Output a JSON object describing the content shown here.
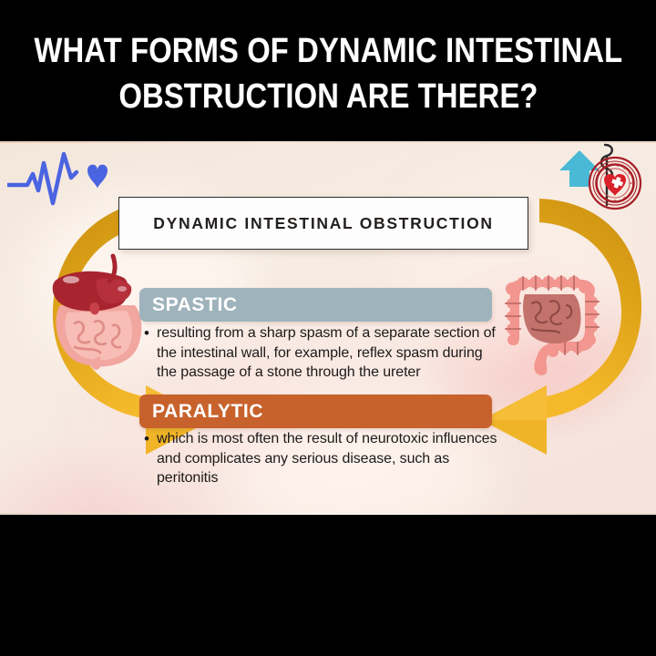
{
  "slide": {
    "title_lines": [
      "WHAT FORMS OF DYNAMIC INTESTINAL",
      "OBSTRUCTION ARE THERE?"
    ],
    "header_label": "DYNAMIC INTESTINAL OBSTRUCTION",
    "categories": [
      {
        "label": "SPASTIC",
        "bar_color": "#9fb3bc",
        "bullet": "resulting from a sharp spasm of a separate section of the intestinal wall, for example, reflex spasm during the passage of a stone through the ureter"
      },
      {
        "label": "PARALYTIC",
        "bar_color": "#c8622c",
        "bullet": "which is most often the result of neurotoxic influences and complicates any serious disease, such as peritonitis"
      }
    ],
    "bullet_marker": "•",
    "decorations": {
      "ekg_icon": "heartbeat-ekg-icon",
      "heart_icon": "heart-icon",
      "logo_icon": "medical-heart-cross-emblem",
      "arrow_left_icon": "curved-arrow-right-icon",
      "arrow_right_icon": "curved-arrow-left-icon",
      "organ_left_icon": "liver-stomach-intestine-illustration",
      "organ_right_icon": "large-intestine-colon-illustration"
    },
    "colors": {
      "title_bg": "#000000",
      "title_text": "#ffffff",
      "content_bg": "#f4e8dd",
      "arrow_gold": "#d79a14",
      "arrow_amber": "#f0b429",
      "ekg_blue": "#4a63e0",
      "logo_red": "#b3232a",
      "logo_cyan": "#49b9d6",
      "header_border": "#2d2d2d",
      "body_text": "#1c1a19"
    }
  }
}
